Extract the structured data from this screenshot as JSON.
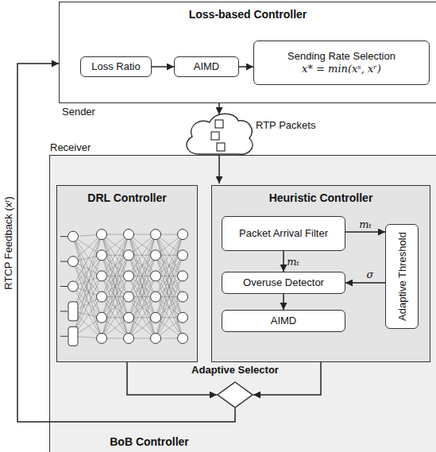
{
  "diagram": {
    "nodes": [
      {
        "text": [
          "Loss-based Controller"
        ]
      },
      {
        "text": [
          "Loss Ratio"
        ],
        "in": 0
      },
      {
        "text": [
          "AIMD"
        ],
        "in": 0
      },
      {
        "text": [
          "Sending Rate Selection",
          "x* = min(xˢ, xʳ)"
        ],
        "in": 0
      },
      {
        "text": [
          "BoB Controller"
        ]
      },
      {
        "text": [
          "DRL Controller"
        ],
        "in": 4
      },
      {
        "text": [
          "Heuristic Controller"
        ],
        "in": 4
      },
      {
        "text": [
          "Packet Arrival Filter"
        ],
        "in": 6
      },
      {
        "text": [
          "Adaptive Threshold"
        ],
        "in": 6
      },
      {
        "text": [
          "Overuse Detector"
        ],
        "in": 6
      },
      {
        "text": [
          "AIMD"
        ],
        "in": 6
      },
      {
        "text": [
          "Adaptive Selector"
        ],
        "in": 4
      }
    ],
    "edges": [
      {
        "from": 1,
        "to": 2,
        "arrow": "to"
      },
      {
        "from": 2,
        "to": 3,
        "arrow": "to"
      },
      {
        "from": 7,
        "to": 8,
        "label": "mₜ",
        "arrow": "to"
      },
      {
        "from": 7,
        "to": 9,
        "label": "mₜ",
        "arrow": "to"
      },
      {
        "from": 8,
        "to": 9,
        "label": "σ",
        "arrow": "to"
      },
      {
        "from": 9,
        "to": 10,
        "arrow": "to"
      },
      {
        "from": 5,
        "to": 11,
        "arrow": "to"
      },
      {
        "from": 6,
        "to": 11,
        "arrow": "to"
      },
      {
        "from": 11,
        "to": 0,
        "label": "RTCP Feedback (xʳ)",
        "arrow": "to"
      }
    ],
    "labels": [
      "Sender",
      "RTP Packets",
      "Receiver"
    ]
  }
}
